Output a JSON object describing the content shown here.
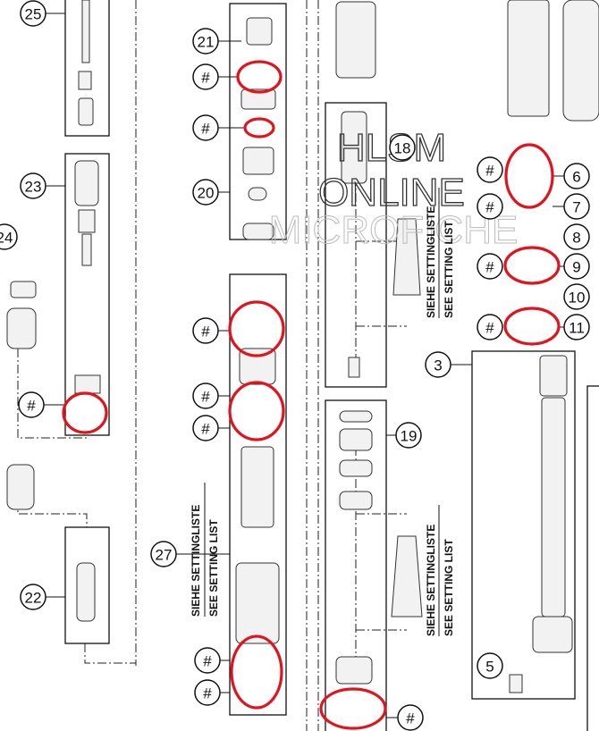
{
  "diagram": {
    "callouts": [
      "25",
      "21",
      "#",
      "#",
      "23",
      "20",
      "24",
      "#",
      "#",
      "#",
      "#",
      "27",
      "22",
      "#",
      "#",
      "18",
      "6",
      "7",
      "8",
      "9",
      "10",
      "11",
      "#",
      "#",
      "#",
      "#",
      "3",
      "19",
      "5",
      "#"
    ],
    "setting_notes": [
      {
        "de": "SIEHE SETTINGLISTE",
        "en": "SEE SETTING LIST"
      },
      {
        "de": "SIEHE SETTINGLISTE",
        "en": "SEE SETTING LIST"
      },
      {
        "de": "SIEHE SETTINGLISTE",
        "en": "SEE SETTING LIST"
      }
    ],
    "highlight_color": "#e0141e"
  },
  "watermark": [
    "HLSM",
    "ONLINE",
    "MICROFICHE"
  ]
}
